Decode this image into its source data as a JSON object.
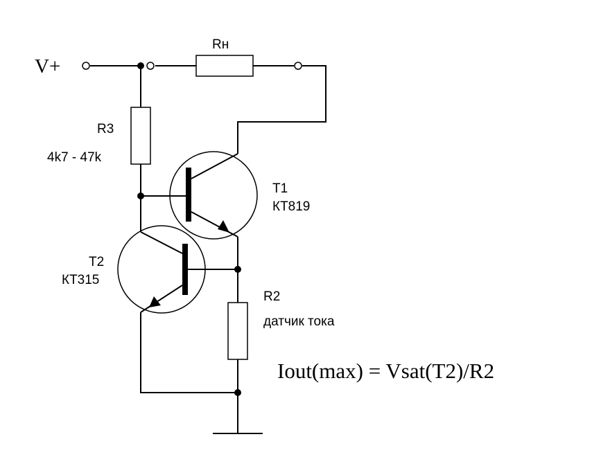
{
  "supply": {
    "label": "V+"
  },
  "load": {
    "label": "Rн"
  },
  "r3": {
    "name": "R3",
    "value": "4k7 - 47k"
  },
  "t1": {
    "name": "T1",
    "part": "КТ819"
  },
  "t2": {
    "name": "T2",
    "part": "КТ315"
  },
  "r2": {
    "name": "R2",
    "note": "датчик тока"
  },
  "formula": "Iout(max) = Vsat(T2)/R2"
}
